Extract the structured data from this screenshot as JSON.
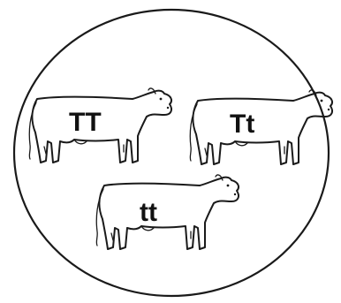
{
  "diagram": {
    "cows": [
      {
        "genotype": "TT"
      },
      {
        "genotype": "Tt"
      },
      {
        "genotype": "tt"
      }
    ]
  }
}
